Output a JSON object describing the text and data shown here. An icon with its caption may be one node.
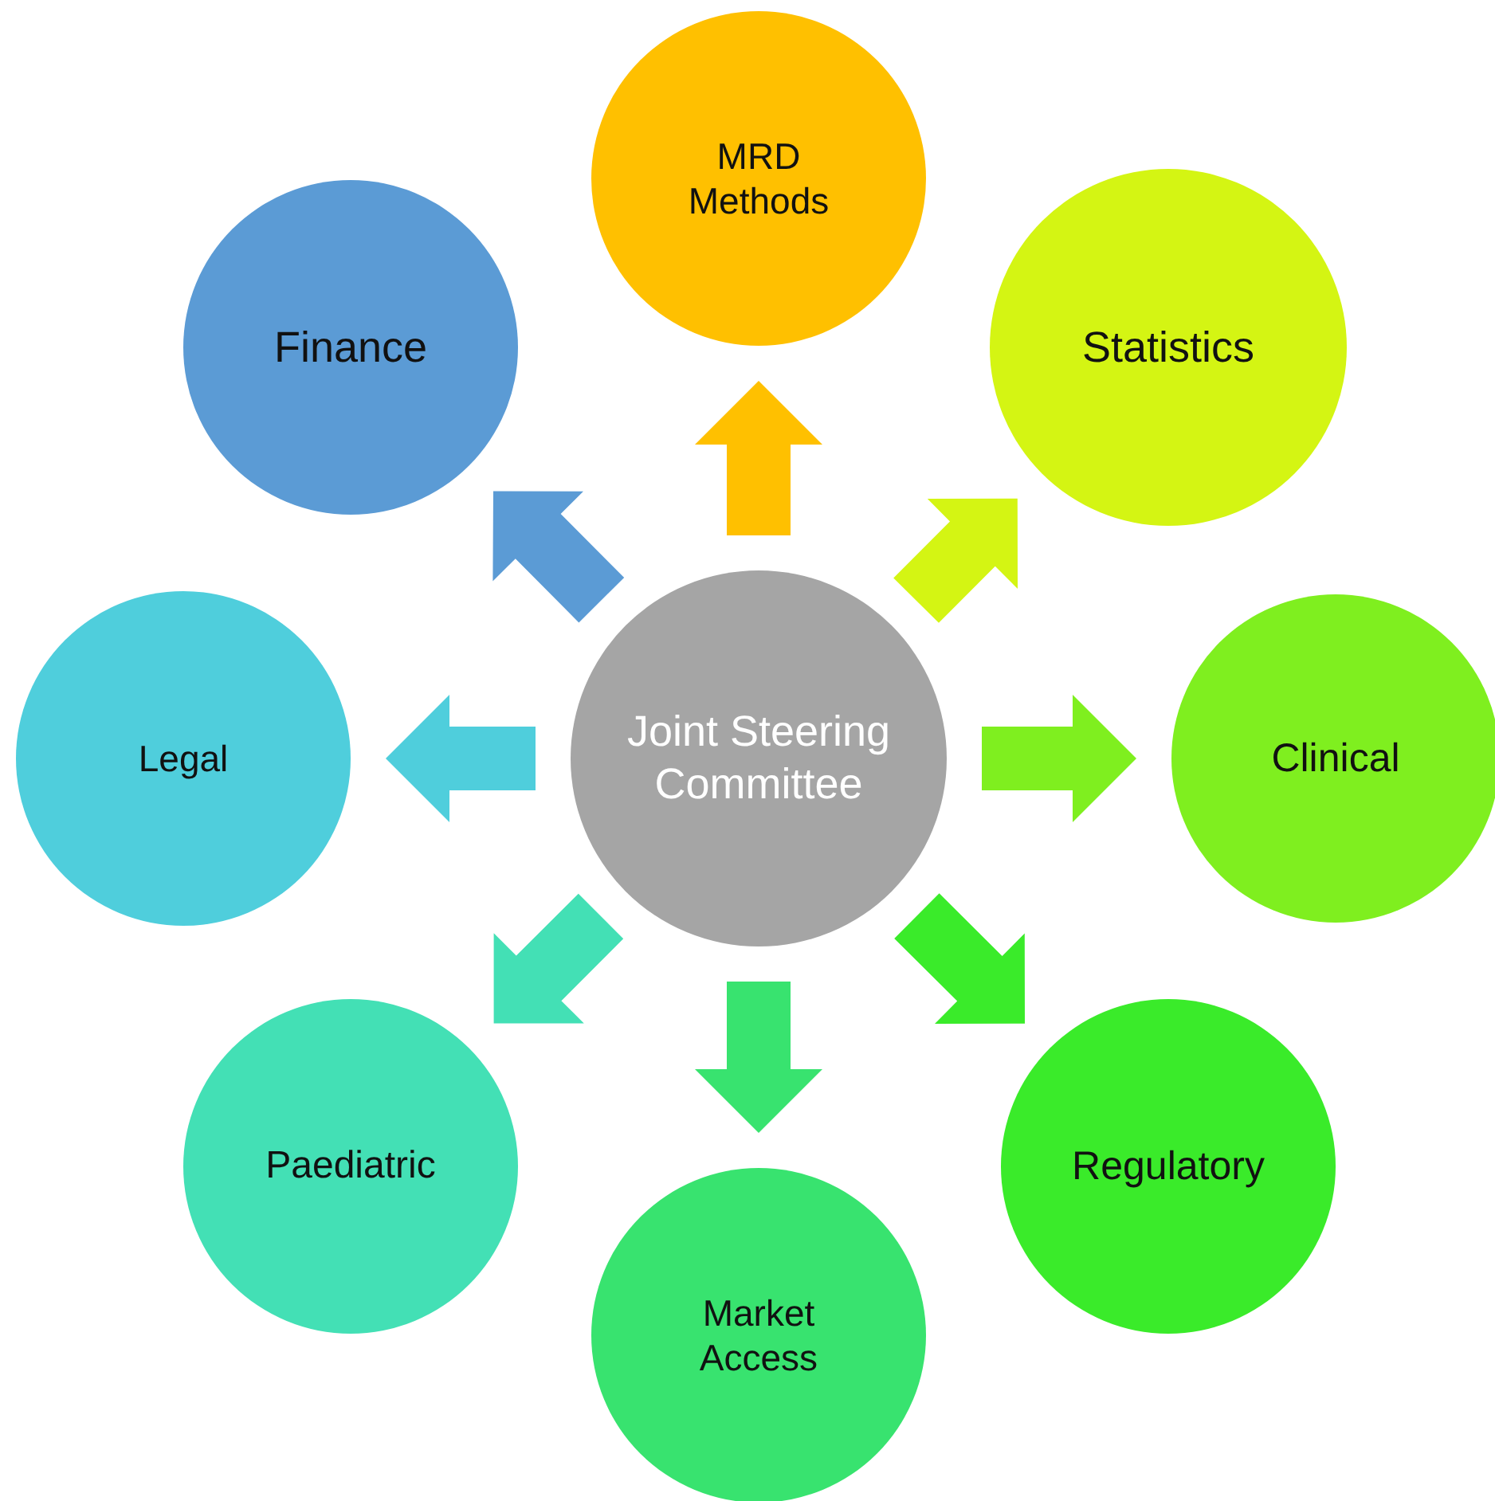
{
  "diagram": {
    "nodes": [
      {
        "text": [
          "Joint Steering Committee"
        ]
      },
      {
        "text": [
          "MRD Methods"
        ]
      },
      {
        "text": [
          "Statistics"
        ]
      },
      {
        "text": [
          "Clinical"
        ]
      },
      {
        "text": [
          "Regulatory"
        ]
      },
      {
        "text": [
          "Market Access"
        ]
      },
      {
        "text": [
          "Paediatric"
        ]
      },
      {
        "text": [
          "Legal"
        ]
      },
      {
        "text": [
          "Finance"
        ]
      }
    ],
    "edges": [
      {
        "from": 0,
        "to": 1,
        "arrow": "to",
        "style": "thick",
        "color": "#ffc000"
      },
      {
        "from": 0,
        "to": 2,
        "arrow": "to",
        "style": "thick",
        "color": "#d4f513"
      },
      {
        "from": 0,
        "to": 3,
        "arrow": "to",
        "style": "thick",
        "color": "#7fef1f"
      },
      {
        "from": 0,
        "to": 4,
        "arrow": "to",
        "style": "thick",
        "color": "#3aeb2a"
      },
      {
        "from": 0,
        "to": 5,
        "arrow": "to",
        "style": "thick",
        "color": "#38e36f"
      },
      {
        "from": 0,
        "to": 6,
        "arrow": "to",
        "style": "thick",
        "color": "#43e0b5"
      },
      {
        "from": 0,
        "to": 7,
        "arrow": "to",
        "style": "thick",
        "color": "#4fcedc"
      },
      {
        "from": 0,
        "to": 8,
        "arrow": "to",
        "style": "thick",
        "color": "#5b9bd5"
      }
    ]
  }
}
